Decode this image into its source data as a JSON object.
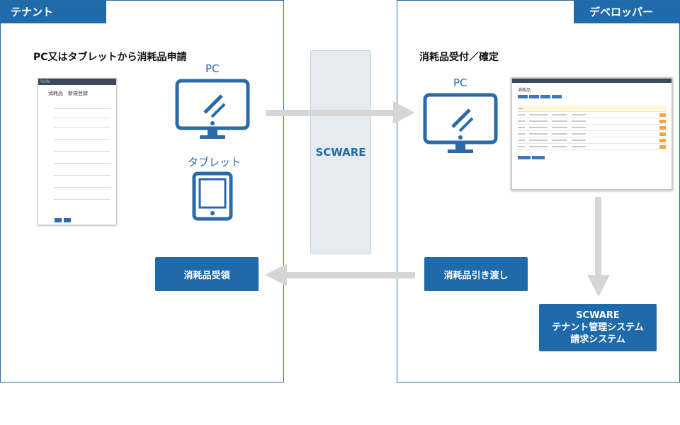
{
  "tenant_panel": {
    "tab_label": "テナント",
    "heading": "PC又はタブレットから消耗品申請",
    "pc_label": "PC",
    "tablet_label": "タブレット",
    "receive_button": "消耗品受領"
  },
  "developer_panel": {
    "tab_label": "デベロッパー",
    "heading": "消耗品受付／確定",
    "pc_label": "PC",
    "handover_button": "消耗品引き渡し",
    "system_box": {
      "line1": "SCWARE",
      "line2": "テナント管理システム",
      "line3": "請求システム"
    }
  },
  "middle": {
    "label": "SCWARE"
  },
  "colors": {
    "primary": "#1f6aa8",
    "border": "#2a6aa1",
    "arrow": "#d6d6d6",
    "middle_bar": "#e6ebef"
  },
  "icons": {
    "pc": "monitor-icon",
    "tablet": "tablet-icon",
    "arrows": "arrow-icon"
  }
}
